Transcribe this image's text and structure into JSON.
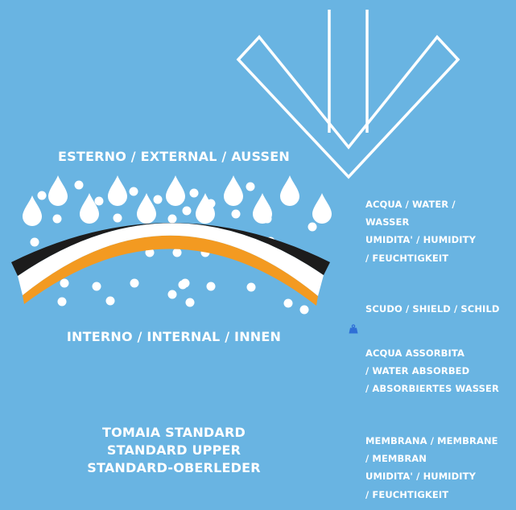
{
  "labels": {
    "external": "ESTERNO / EXTERNAL / AUSSEN",
    "internal": "INTERNO / INTERNAL / INNEN",
    "product_title": [
      "TOMAIA STANDARD",
      "STANDARD UPPER",
      "STANDARD-OBERLEDER"
    ]
  },
  "legend": {
    "group1": [
      "ACQUA / WATER /",
      "WASSER",
      "UMIDITA' / HUMIDITY",
      "/ FEUCHTIGKEIT"
    ],
    "group2": [
      "SCUDO / SHIELD / SCHILD"
    ],
    "group3": [
      "ACQUA ASSORBITA",
      "/ WATER ABSORBED",
      "/ ABSORBIERTES WASSER"
    ],
    "group4": [
      "MEMBRANA / MEMBRANE",
      "/ MEMBRAN",
      "UMIDITA' / HUMIDITY",
      "/ FEUCHTIGKEIT"
    ]
  },
  "icons": {
    "arrow": "down-double-chevron-arrow-icon",
    "drop": "water-drop-icon",
    "weight": "weight-icon"
  },
  "colors": {
    "background": "#69b4e2",
    "white": "#ffffff",
    "black": "#1c1c1c",
    "orange": "#f39a21",
    "accent_blue": "#2f6fd6"
  }
}
